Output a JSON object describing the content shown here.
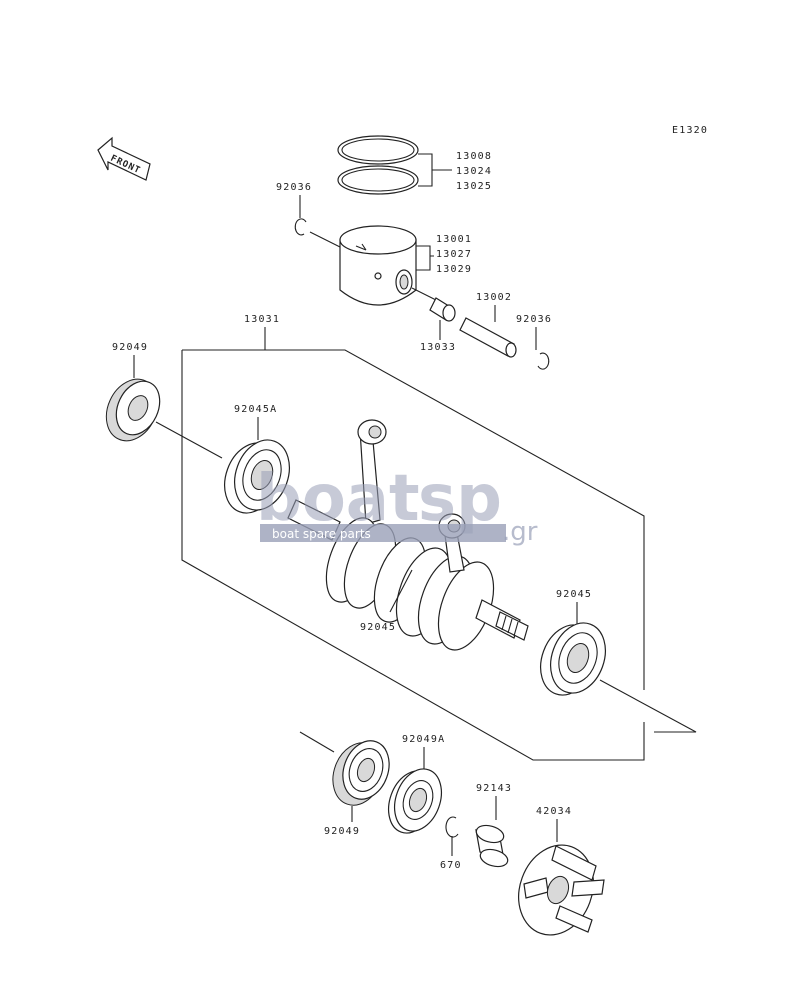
{
  "diagram_code": "E1320",
  "front_label": "FRONT",
  "watermark": {
    "brand_left": "boat",
    "brand_right": "sp",
    "tagline": "boat spare parts",
    "suffix": ".gr"
  },
  "parts": {
    "ring_1": "13008",
    "ring_2": "13024",
    "ring_3": "13025",
    "clip_left": "92036",
    "piston_1": "13001",
    "piston_2": "13027",
    "piston_3": "13029",
    "pin": "13002",
    "clip_right": "92036",
    "needle_bearing": "13033",
    "crank_assy": "13031",
    "seal_top": "92049",
    "bearing_left": "92045A",
    "bearing_center": "92045",
    "bearing_right": "92045",
    "seal_bottom_label": "92049",
    "seal_bottom_a": "92049A",
    "circlip": "670",
    "collar": "92143",
    "impeller": "42034"
  }
}
